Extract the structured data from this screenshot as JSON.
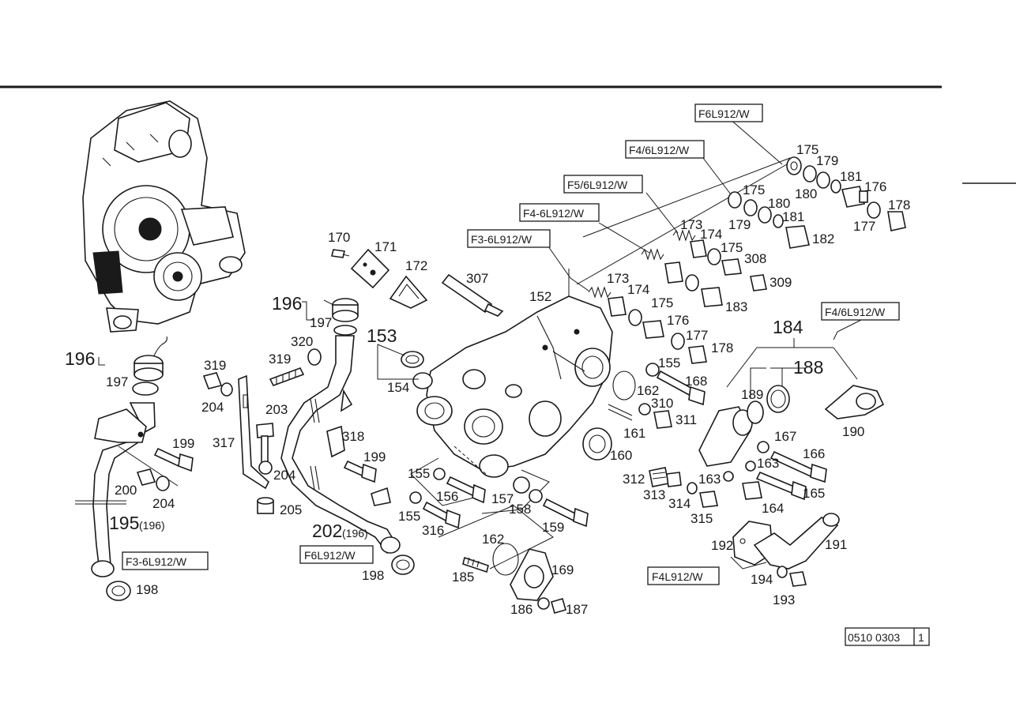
{
  "variant_boxes": {
    "f6l912w_top": "F6L912/W",
    "f46l912w_top": "F4/6L912/W",
    "f56l912w": "F5/6L912/W",
    "f4_6l912w": "F4-6L912/W",
    "f3_6l912w_top": "F3-6L912/W",
    "f46l912w_right": "F4/6L912/W",
    "f3_6l912w_left": "F3-6L912/W",
    "f6l912w_pipe": "F6L912/W",
    "f4l912w": "F4L912/W"
  },
  "part_labels": {
    "p175a": "175",
    "p179a": "179",
    "p180a": "180",
    "p181a": "181",
    "p176a": "176",
    "p178a": "178",
    "p177a": "177",
    "p175b": "175",
    "p180b": "180",
    "p179b": "179",
    "p181b": "181",
    "p182": "182",
    "p173a": "173",
    "p174a": "174",
    "p175c": "175",
    "p308": "308",
    "p309": "309",
    "p173b": "173",
    "p174b": "174",
    "p175d": "175",
    "p183": "183",
    "p176b": "176",
    "p177b": "177",
    "p178b": "178",
    "p170": "170",
    "p171": "171",
    "p172": "172",
    "p307": "307",
    "p152": "152",
    "p196a": "196",
    "p197a": "197",
    "p153": "153",
    "p154": "154",
    "p320": "320",
    "p319a": "319",
    "p319b": "319",
    "p204a": "204",
    "p203": "203",
    "p196b": "196",
    "p197b": "197",
    "p155a": "155",
    "p168": "168",
    "p162a": "162",
    "p310": "310",
    "p311": "311",
    "p161": "161",
    "p160": "160",
    "p184": "184",
    "p188": "188",
    "p189": "189",
    "p190": "190",
    "p167": "167",
    "p166": "166",
    "p163a": "163",
    "p163b": "163",
    "p165": "165",
    "p164": "164",
    "p312": "312",
    "p313": "313",
    "p314": "314",
    "p315": "315",
    "p199a": "199",
    "p200": "200",
    "p204b": "204",
    "p195": "195",
    "p195sub": "(196)",
    "p198a": "198",
    "p317": "317",
    "p204c": "204",
    "p205": "205",
    "p318": "318",
    "p199b": "199",
    "p202": "202",
    "p202sub": "(196)",
    "p198b": "198",
    "p155b": "155",
    "p156": "156",
    "p157": "157",
    "p158": "158",
    "p155c": "155",
    "p316": "316",
    "p159": "159",
    "p162b": "162",
    "p185": "185",
    "p169": "169",
    "p186": "186",
    "p187": "187",
    "p192": "192",
    "p191": "191",
    "p194": "194",
    "p193": "193"
  },
  "drawing_ref": {
    "number": "0510 0303",
    "sheet": "1"
  }
}
